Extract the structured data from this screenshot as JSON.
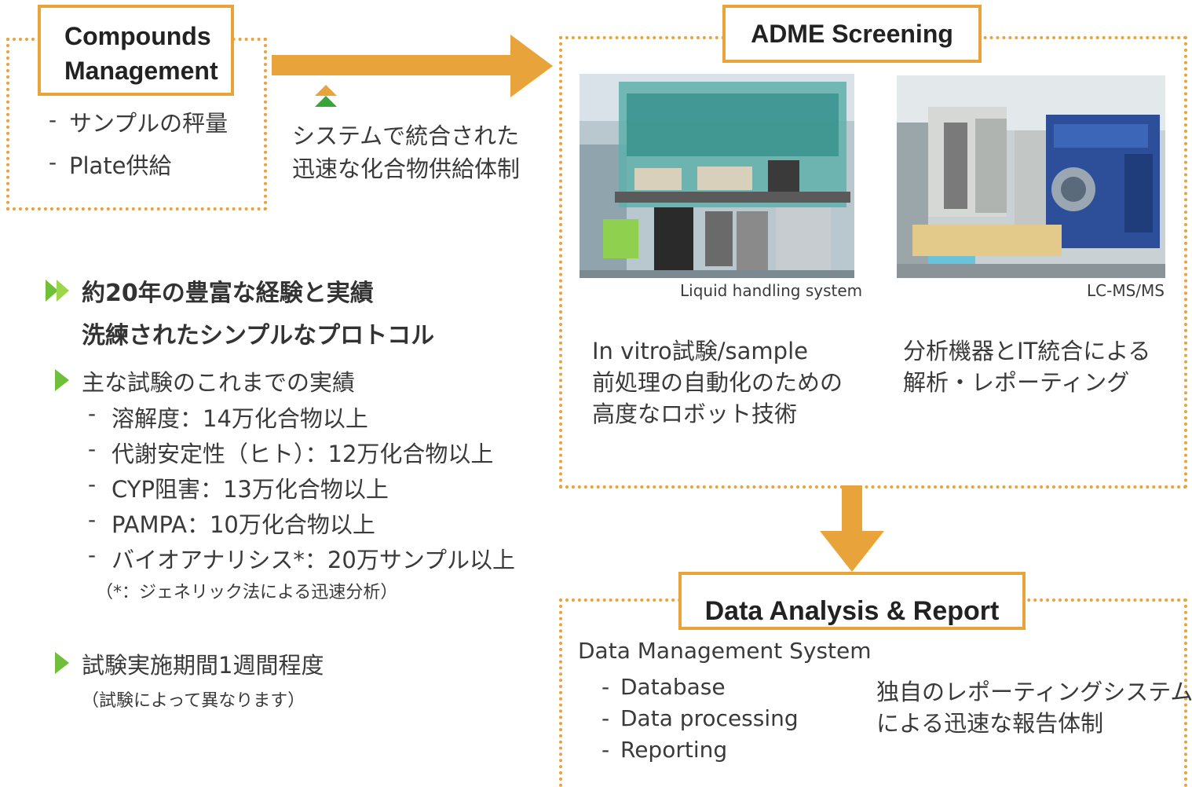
{
  "colors": {
    "accent": "#e8a33a",
    "green": "#6fbf3a",
    "green_light": "#9bd64b",
    "text": "#3a3a3a"
  },
  "compounds": {
    "title_line1": "Compounds",
    "title_line2": "Management",
    "items": [
      "サンプルの秤量",
      "Plate供給"
    ]
  },
  "flow_note": {
    "line1": "システムで統合された",
    "line2": "迅速な化合物供給体制"
  },
  "adme": {
    "title": "ADME Screening",
    "photo1_caption": "Liquid handling system",
    "photo2_caption": "LC-MS/MS",
    "desc1": [
      "In vitro試験/sample",
      "前処理の自動化のための",
      "高度なロボット技術"
    ],
    "desc2": [
      "分析機器とIT統合による",
      "解析・レポーティング"
    ]
  },
  "experience": {
    "headline1": "約20年の豊富な経験と実績",
    "headline2": "洗練されたシンプルなプロトコル",
    "sub_title": "主な試験のこれまでの実績",
    "items": [
      "溶解度：14万化合物以上",
      "代謝安定性（ヒト）：12万化合物以上",
      "CYP阻害：13万化合物以上",
      "PAMPA：10万化合物以上",
      "バイオアナリシス*：20万サンプル以上"
    ],
    "footnote": "（*：ジェネリック法による迅速分析）",
    "period_title": "試験実施期間1週間程度",
    "period_note": "（試験によって異なります）"
  },
  "report": {
    "title": "Data Analysis & Report",
    "system_title": "Data Management System",
    "items": [
      "Database",
      "Data processing",
      "Reporting"
    ],
    "desc": [
      "独自のレポーティングシステム",
      "による迅速な報告体制"
    ]
  }
}
